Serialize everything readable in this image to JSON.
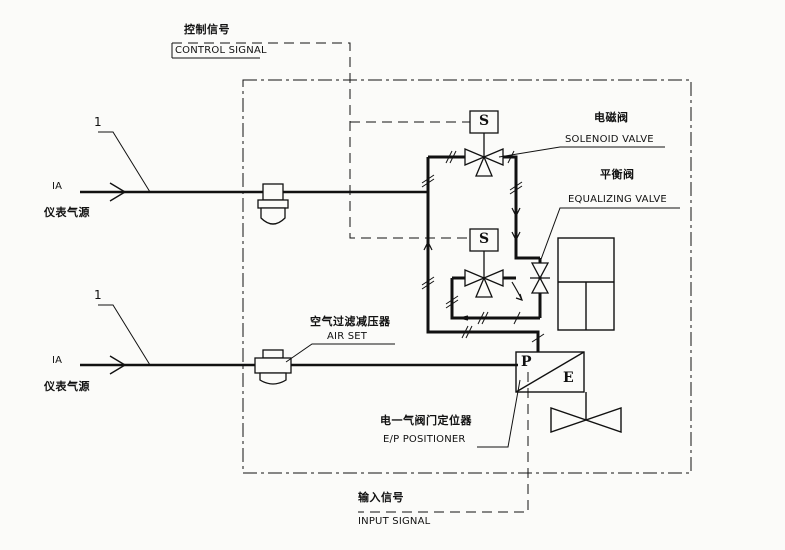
{
  "labels": {
    "control_signal_zh": "控制信号",
    "control_signal_en": "CONTROL SIGNAL",
    "solenoid_valve_zh": "电磁阀",
    "solenoid_valve_en": "SOLENOID VALVE",
    "equalizing_valve_zh": "平衡阀",
    "equalizing_valve_en": "EQUALIZING VALVE",
    "air_set_zh": "空气过滤减压器",
    "air_set_en": "AIR SET",
    "positioner_zh": "电一气阀门定位器",
    "positioner_en": "E/P POSITIONER",
    "input_signal_zh": "输入信号",
    "input_signal_en": "INPUT SIGNAL",
    "ia_top": "IA",
    "ia_top_zh": "仪表气源",
    "ia_bottom": "IA",
    "ia_bottom_zh": "仪表气源",
    "callout_top": "1",
    "callout_bottom": "1"
  },
  "symbols": {
    "solenoid_top": "S",
    "solenoid_bottom": "S",
    "positioner_p": "P",
    "positioner_e": "E"
  }
}
